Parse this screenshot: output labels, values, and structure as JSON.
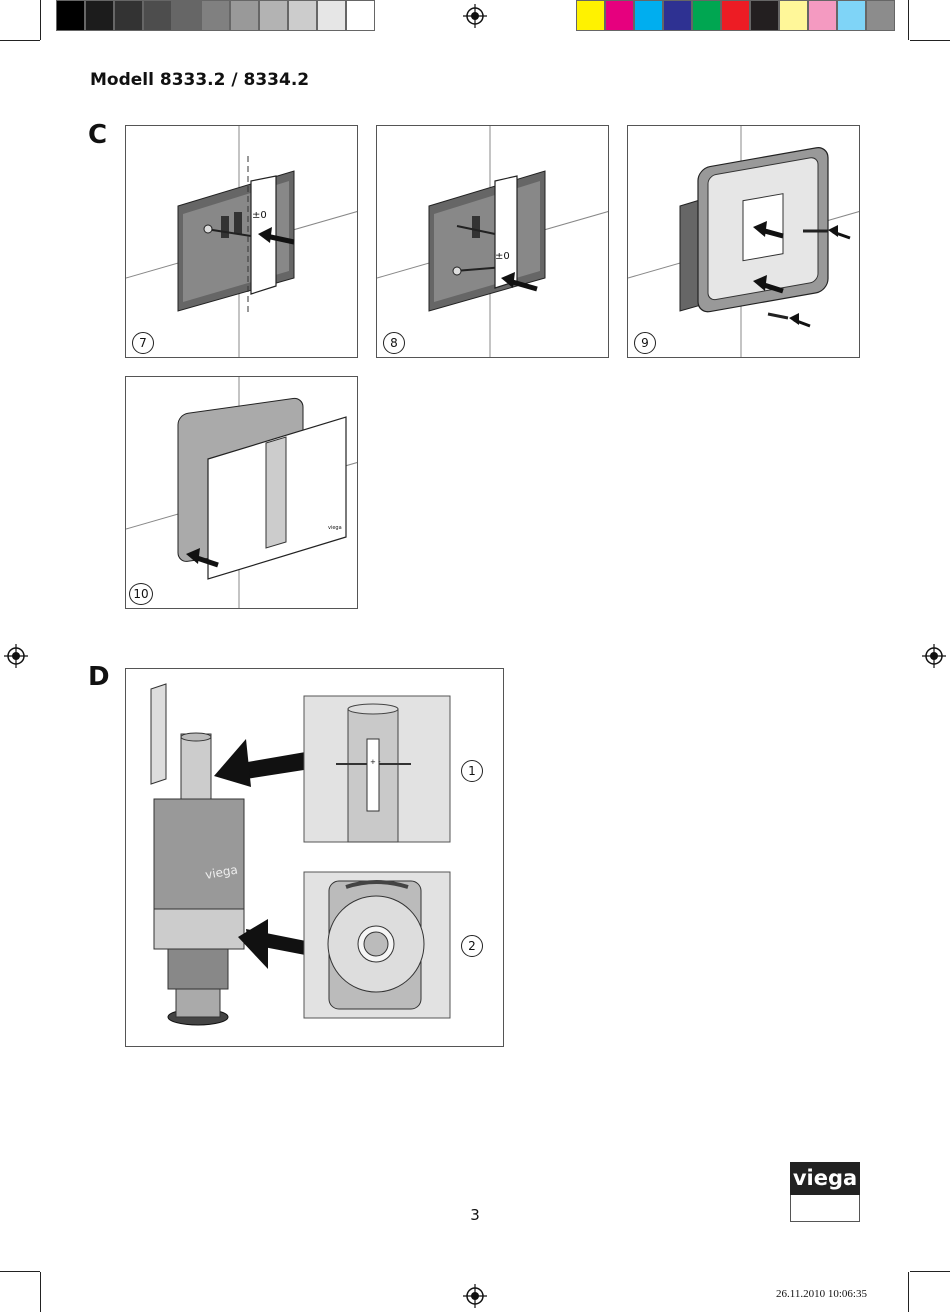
{
  "header": {
    "title": "Modell 8333.2 / 8334.2"
  },
  "sections": {
    "c_label": "C",
    "d_label": "D"
  },
  "steps": {
    "s7": "7",
    "s8": "8",
    "s9": "9",
    "s10": "10",
    "d1": "1",
    "d2": "2"
  },
  "annotations": {
    "level_mark": "±0",
    "brand_on_part": "viega",
    "plus_minus": "+ -"
  },
  "footer": {
    "page_number": "3",
    "logo": "viega",
    "timestamp": "26.11.2010   10:06:35"
  },
  "colors": {
    "gray_ramp": [
      "#000000",
      "#1c1c1c",
      "#333333",
      "#4d4d4d",
      "#666666",
      "#808080",
      "#999999",
      "#b3b3b3",
      "#cccccc",
      "#e6e6e6",
      "#ffffff"
    ],
    "color_bar": [
      "#fff200",
      "#e6007e",
      "#00aeef",
      "#2e3192",
      "#00a651",
      "#ed1c24",
      "#231f20",
      "#fff799",
      "#f49ac1",
      "#7fd4f7",
      "#8c8c8c"
    ]
  }
}
